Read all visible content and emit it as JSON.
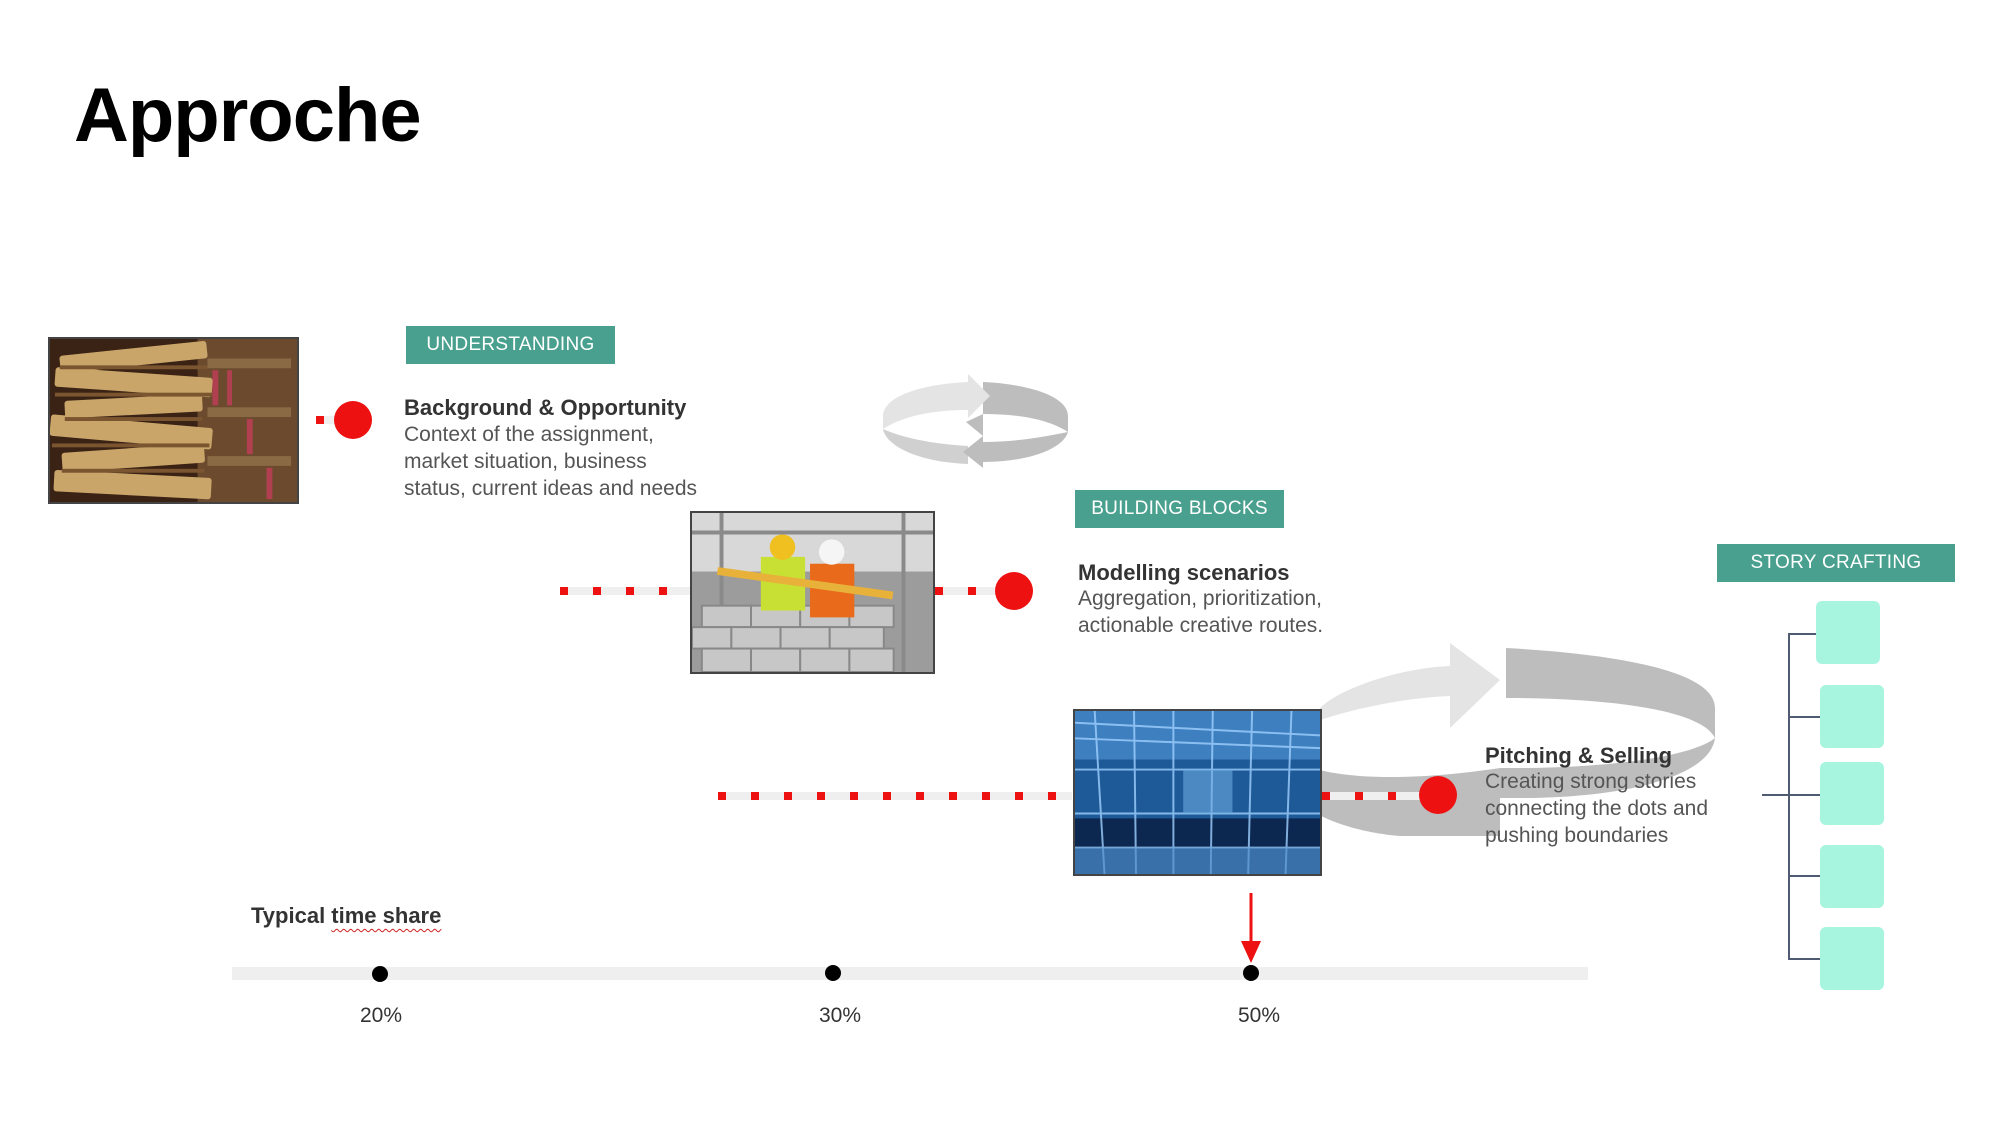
{
  "title": "Approche",
  "stages": [
    {
      "tag": "UNDERSTANDING",
      "title": "Background & Opportunity",
      "desc": [
        "Context of the assignment,",
        "market situation, business",
        "status, current ideas and needs"
      ],
      "image_icon": "books-photo"
    },
    {
      "tag": "BUILDING BLOCKS",
      "title": "Modelling scenarios",
      "desc": [
        "Aggregation, prioritization,",
        "actionable creative routes."
      ],
      "image_icon": "construction-workers-photo"
    },
    {
      "tag": "STORY CRAFTING",
      "title": "Pitching & Selling",
      "desc": [
        "Creating strong stories",
        "connecting the dots and",
        "pushing boundaries"
      ],
      "image_icon": "glass-building-photo"
    }
  ],
  "timeline": {
    "label_pre": "Typical ",
    "label_mid": "time share",
    "markers": [
      "20%",
      "30%",
      "50%"
    ]
  },
  "colors": {
    "tag": "#4aa08e",
    "dot": "#ee1111",
    "leaf": "#a8f5df",
    "arrow_light": "#e4e4e4",
    "arrow_dark": "#bdbdbd"
  }
}
